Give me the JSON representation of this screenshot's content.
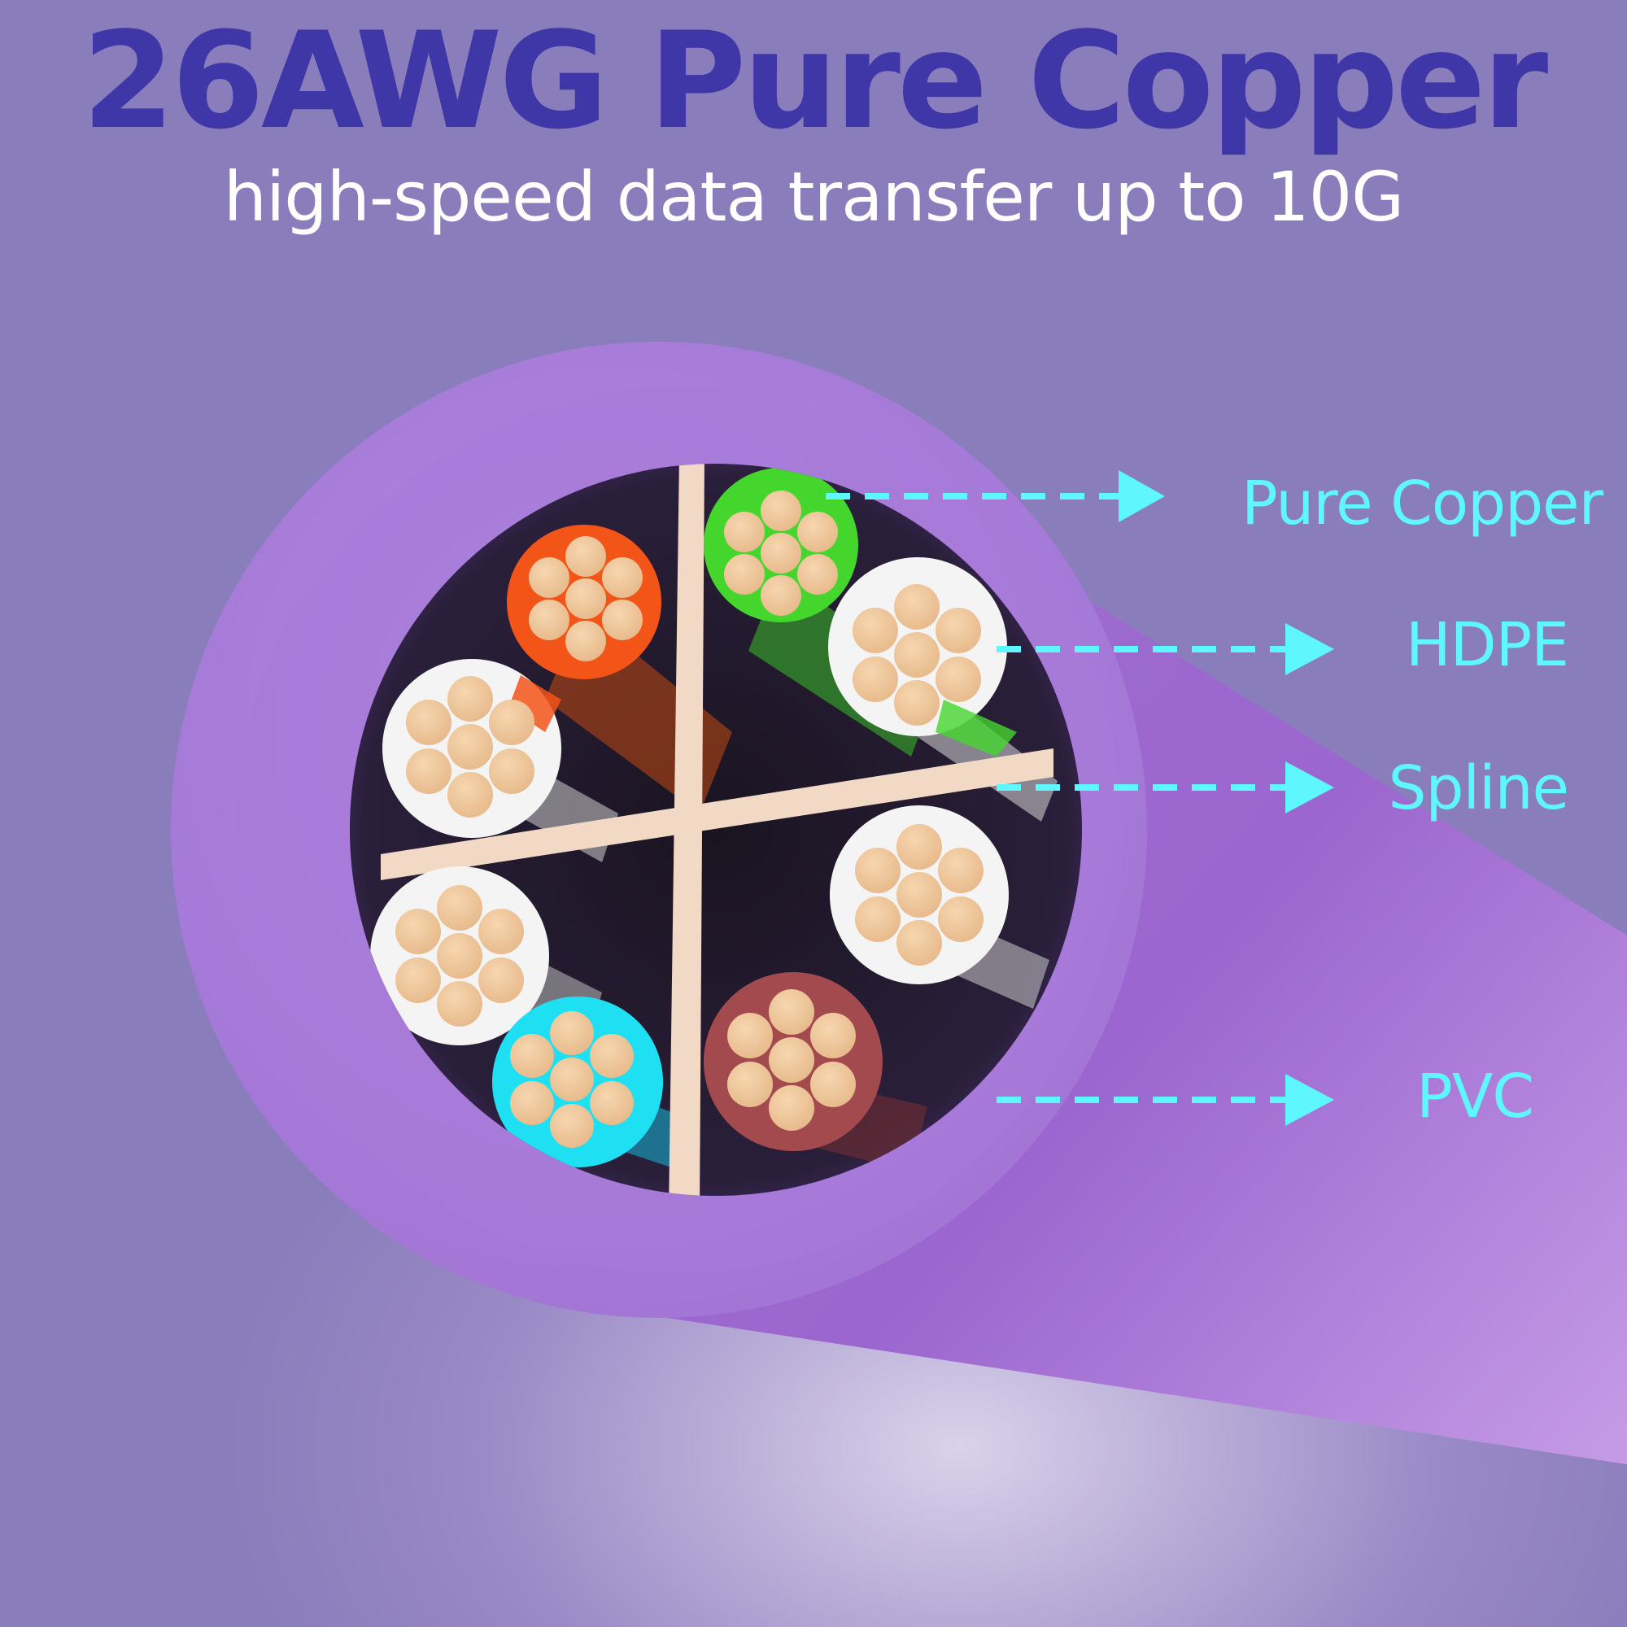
{
  "header": {
    "title": "26AWG Pure Copper",
    "subtitle": "high-speed data transfer up to 10G"
  },
  "labels": {
    "pure_copper": "Pure Copper",
    "hdpe": "HDPE",
    "spline": "Spline",
    "pvc": "PVC"
  },
  "colors": {
    "title": "#3f36a8",
    "subtitle": "#ffffff",
    "labels_and_arrows": "#5ef6ff",
    "jacket": "#a67ad6",
    "copper": "#f0c79c",
    "spline": "#f1d9c5"
  },
  "wire_colors": [
    "orange",
    "green",
    "white",
    "white",
    "white",
    "white",
    "cyan",
    "brown"
  ]
}
